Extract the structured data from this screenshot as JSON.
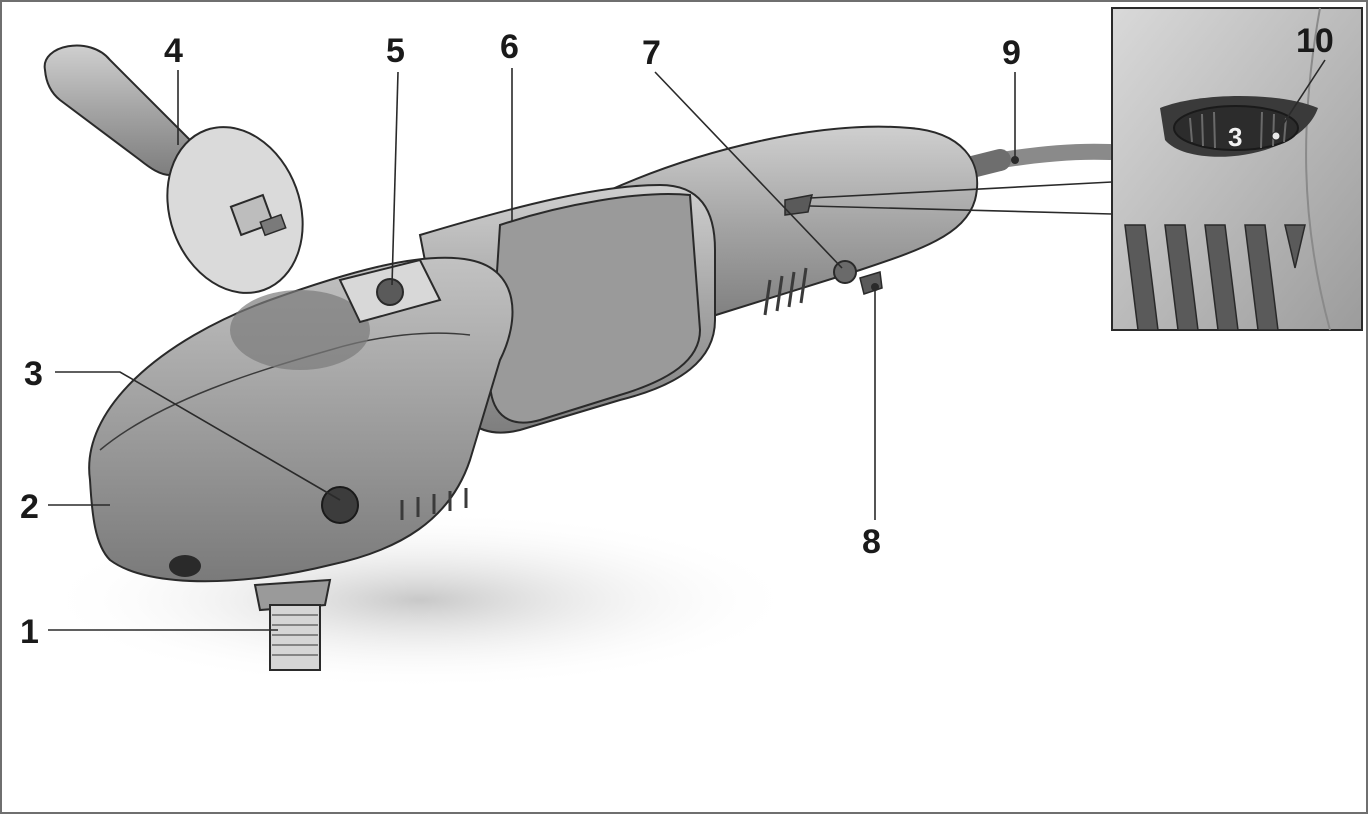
{
  "callouts": [
    {
      "id": "1",
      "label": "1"
    },
    {
      "id": "2",
      "label": "2"
    },
    {
      "id": "3",
      "label": "3"
    },
    {
      "id": "4",
      "label": "4"
    },
    {
      "id": "5",
      "label": "5"
    },
    {
      "id": "6",
      "label": "6"
    },
    {
      "id": "7",
      "label": "7"
    },
    {
      "id": "8",
      "label": "8"
    },
    {
      "id": "9",
      "label": "9"
    },
    {
      "id": "10",
      "label": "10"
    }
  ],
  "inset": {
    "dial_value": "3"
  },
  "colors": {
    "body_dark": "#8c8c8c",
    "body_mid": "#a8a8a8",
    "body_light": "#c9c9c9",
    "line": "#2a2a2a",
    "frame": "#6f6f6f"
  }
}
